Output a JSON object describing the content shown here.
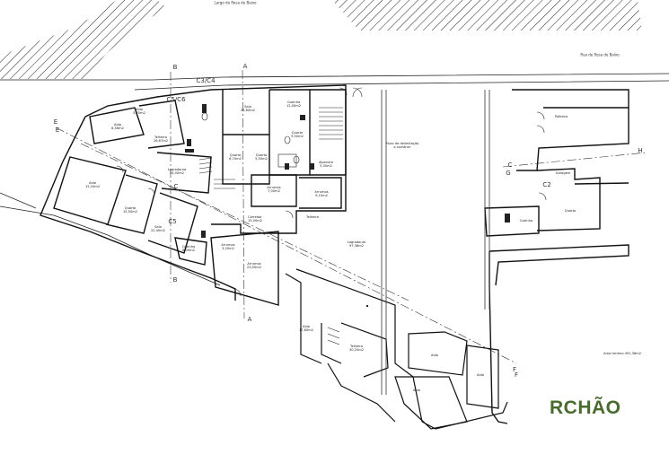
{
  "plan": {
    "title": "RCHÃO",
    "streets": {
      "largo": "Largo de Rosa de Baixo",
      "rua": "Rua de Rosa de Baixo"
    },
    "area_note": "Area terreno 491,38m2",
    "sections": [
      "A",
      "A",
      "B",
      "B",
      "C",
      "C",
      "C2",
      "C5/C6",
      "C3/C4",
      "C5",
      "E",
      "E",
      "F",
      "F",
      "G",
      "H"
    ],
    "rooms": [
      {
        "name": "Sala",
        "area": "25,60m2"
      },
      {
        "name": "Cozinha",
        "area": "12,00m2"
      },
      {
        "name": "Quarto",
        "area": "9,50m2"
      },
      {
        "name": "Quarto",
        "area": "6,70m2"
      },
      {
        "name": "Quarto",
        "area": "5,50m2"
      },
      {
        "name": "Alpendre",
        "area": "5,30m2"
      },
      {
        "name": "Arrumos",
        "area": "7,00m2"
      },
      {
        "name": "Arrumos",
        "area": "9,10m2"
      },
      {
        "name": "Telheiro",
        "area": ""
      },
      {
        "name": "Corredor",
        "area": "15,00m2"
      },
      {
        "name": "Logradouro",
        "area": "97,36m2"
      },
      {
        "name": "Muro de delimitação\na construir",
        "area": ""
      },
      {
        "name": "Logradouro",
        "area": "24,00m2"
      },
      {
        "name": "Telheiro",
        "area": "26,67m2"
      },
      {
        "name": "Aido",
        "area": "8,58m2"
      },
      {
        "name": "Aido",
        "area": "5,70m2"
      },
      {
        "name": "Aido",
        "area": "15,20m2"
      },
      {
        "name": "Quarto",
        "area": "15,50m2"
      },
      {
        "name": "Sala",
        "area": "22,40m2"
      },
      {
        "name": "Cozinha",
        "area": "8,00m2"
      },
      {
        "name": "Arrumos",
        "area": "3,20m2"
      },
      {
        "name": "Arrumos",
        "area": "23,00m2"
      },
      {
        "name": "Aido",
        "area": "17,80m2"
      },
      {
        "name": "Telheiro",
        "area": "30,20m2"
      },
      {
        "name": "Aido",
        "area": ""
      },
      {
        "name": "Aido",
        "area": ""
      },
      {
        "name": "Aido",
        "area": ""
      },
      {
        "name": "Palheiro",
        "area": ""
      },
      {
        "name": "Garagem",
        "area": ""
      },
      {
        "name": "Cozinha",
        "area": ""
      },
      {
        "name": "Quarto",
        "area": ""
      }
    ]
  }
}
